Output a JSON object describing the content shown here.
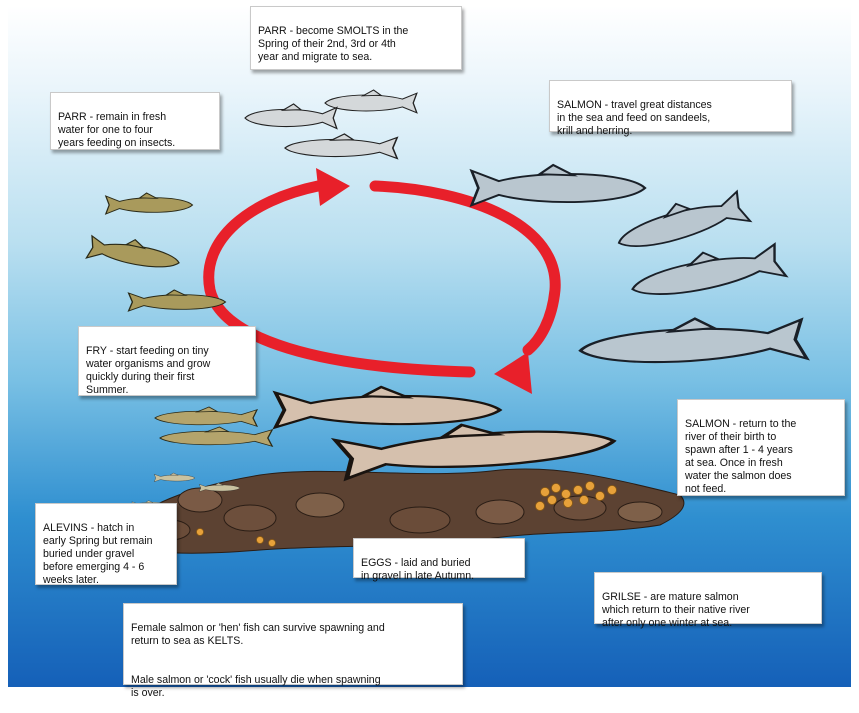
{
  "stages": {
    "parr_smolts": "PARR - become SMOLTS in the\nSpring of their 2nd, 3rd or 4th\nyear and migrate to sea.",
    "parr_fresh": "PARR - remain in fresh\nwater for one to four\nyears feeding on insects.",
    "salmon_sea": "SALMON - travel great distances\nin the sea and feed on sandeels,\nkrill and herring.",
    "fry": "FRY - start feeding on tiny\nwater organisms and grow\nquickly during their first\nSummer.",
    "salmon_return": "SALMON - return to the\nriver of their birth to\nspawn after 1 - 4 years\nat sea. Once in fresh\nwater the salmon does\nnot feed.",
    "alevins": "ALEVINS - hatch in\nearly Spring but remain\nburied under gravel\nbefore emerging 4 - 6\nweeks later.",
    "eggs": "EGGS - laid and buried\nin gravel in late Autumn.",
    "grilse": "GRILSE - are mature salmon\nwhich return to their native river\nafter only one winter at sea."
  },
  "notes": {
    "female": "Female salmon or 'hen' fish can survive spawning and\nreturn to sea as KELTS.",
    "male": "Male salmon or 'cock' fish usually die when spawning\nis over."
  },
  "colors": {
    "arrow": "#e8202a",
    "water_top": "#ffffff",
    "water_bottom": "#1560b8",
    "adult_salmon": "#d5c0ad",
    "sea_salmon": "#b9c6cf",
    "parr": "#a99a5c",
    "gravel": "#5c4232",
    "eggs": "#e7a13a"
  }
}
